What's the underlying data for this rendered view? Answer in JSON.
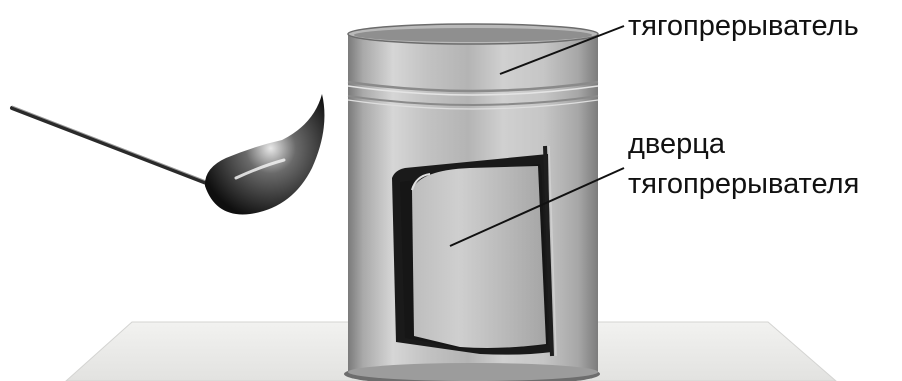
{
  "labels": {
    "draft_breaker": "тягопрерыватель",
    "door_line1": "дверца",
    "door_line2": "тягопрерывателя"
  },
  "colors": {
    "text": "#111111",
    "leader": "#111111",
    "base_plate": "#efefed",
    "metal_light": "#e4e4e4",
    "metal_dark": "#8d8d8d",
    "door_frame": "#1a1a1a",
    "match_head": "#1b1b1b"
  }
}
